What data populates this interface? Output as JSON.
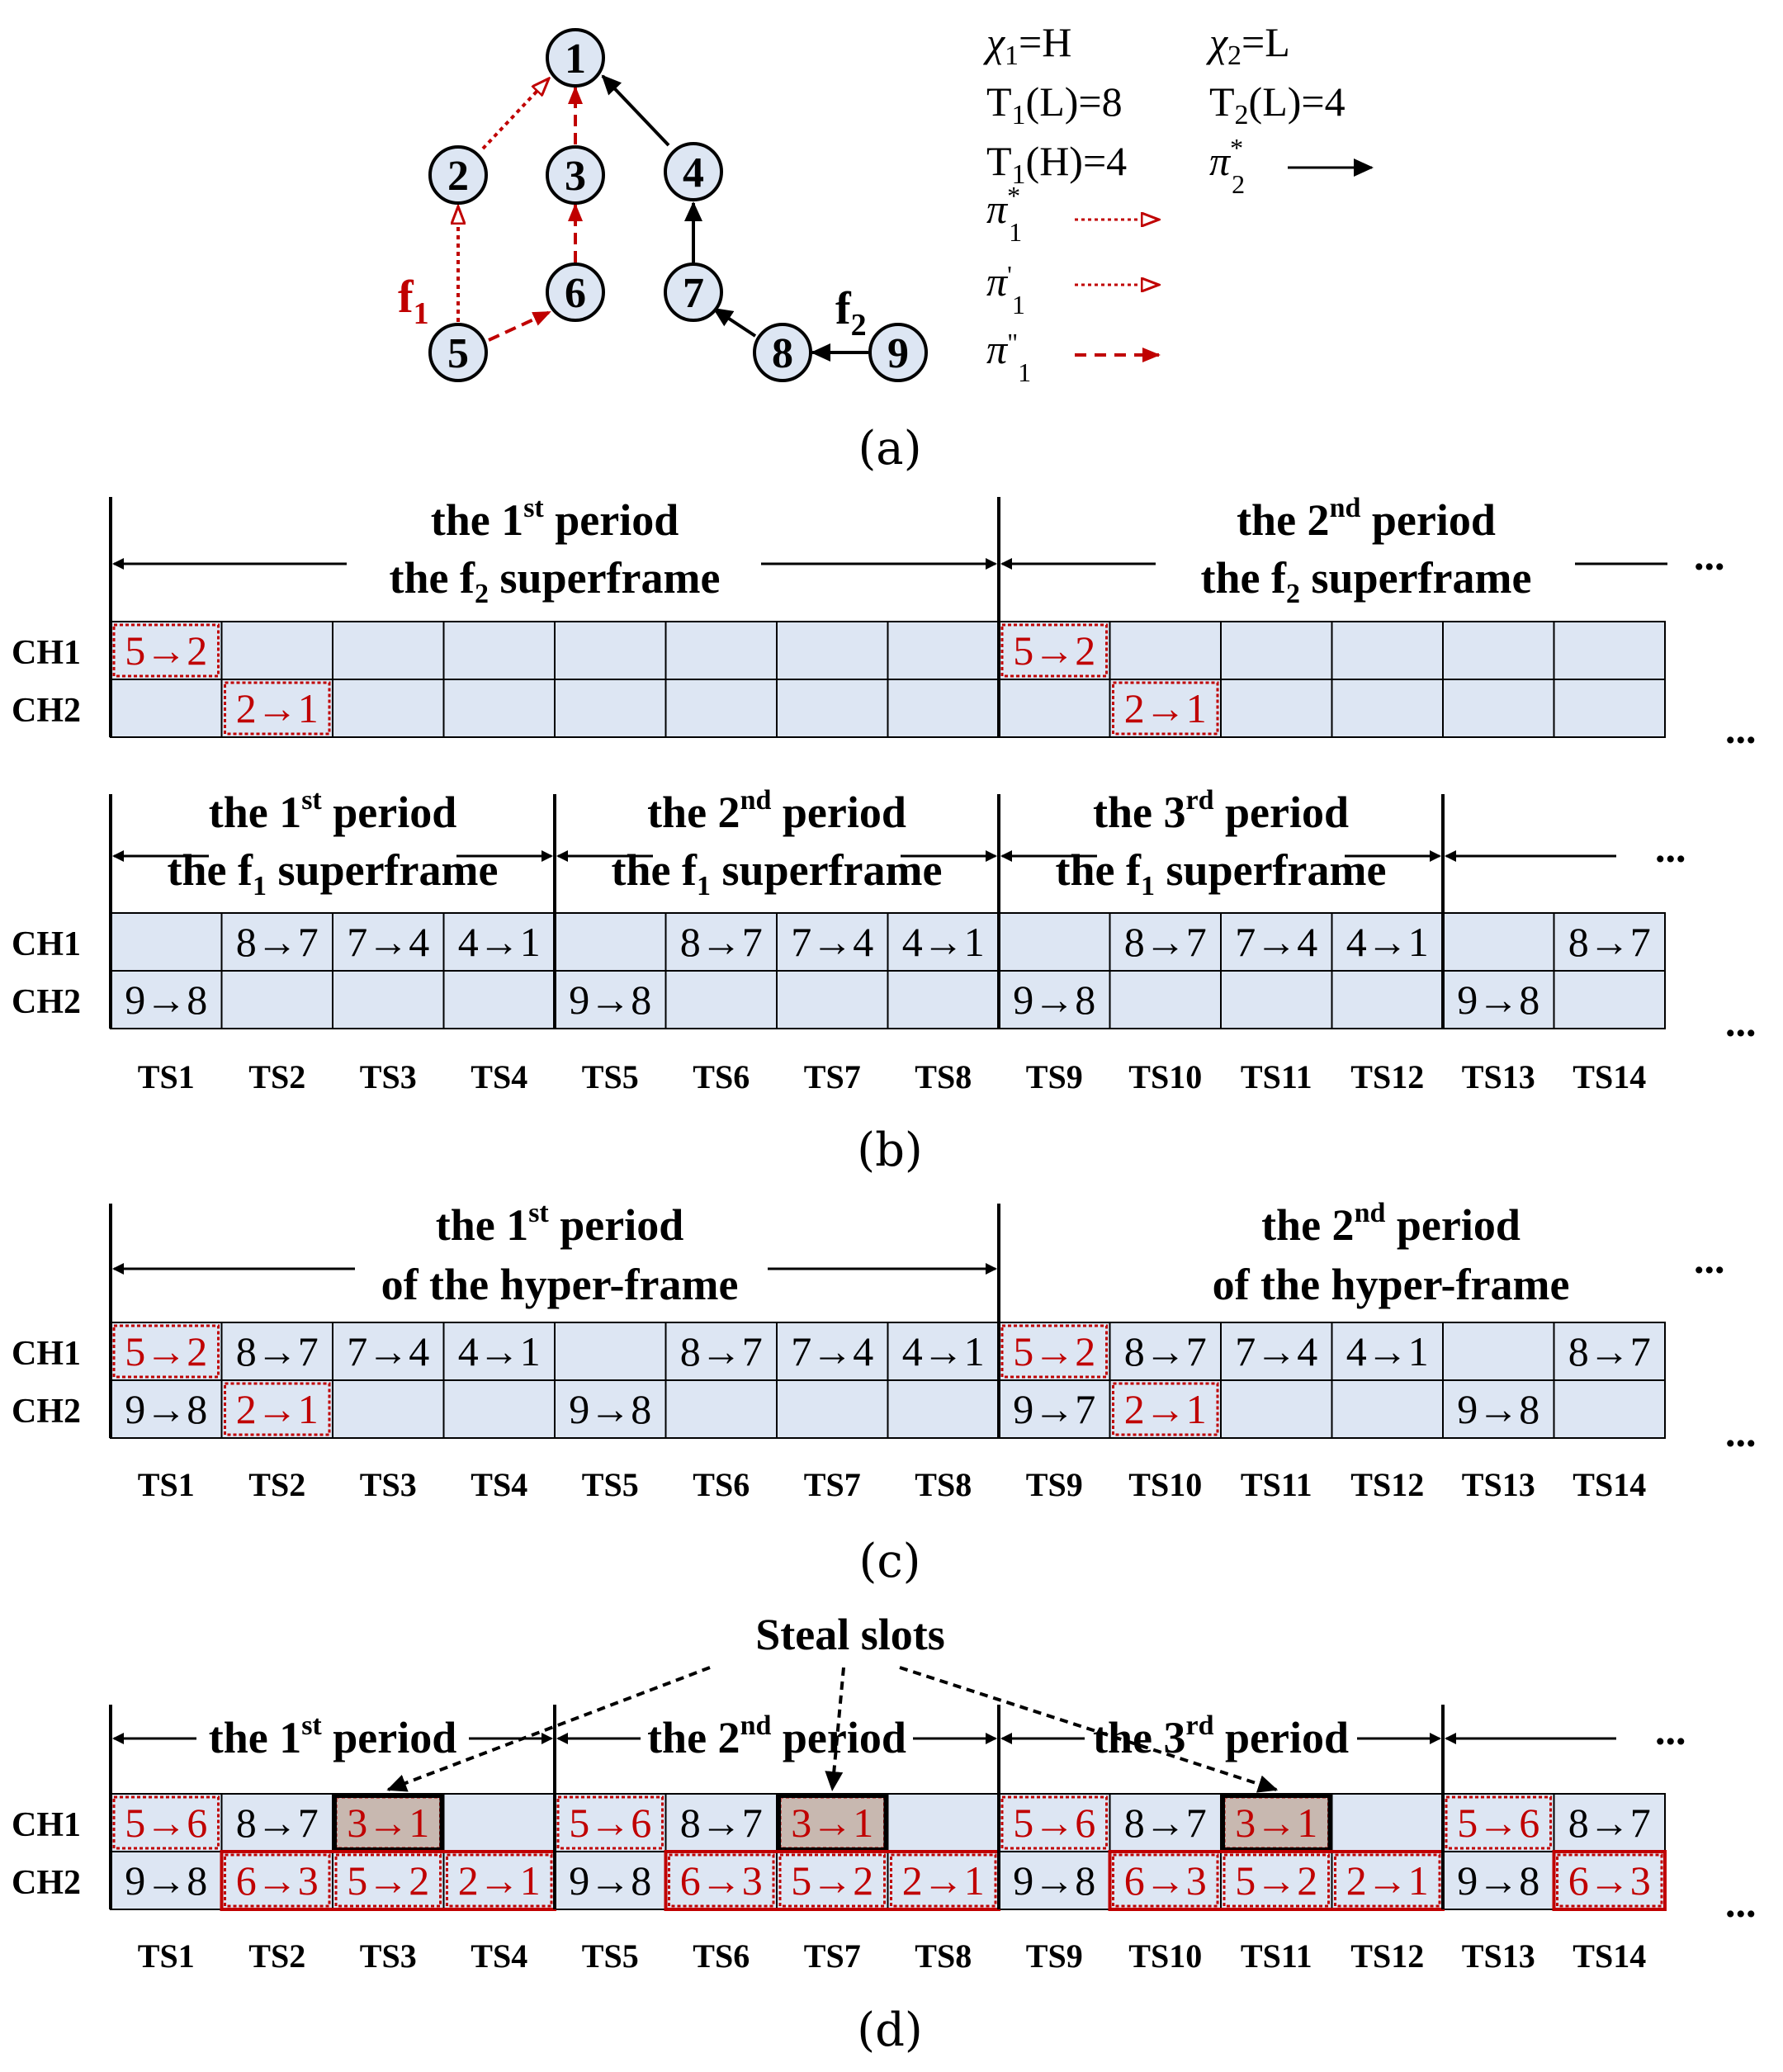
{
  "colors": {
    "cell_fill": "#dde6f3",
    "red": "#c00000",
    "black": "#000000",
    "steal_fill": "#c8b8b0",
    "node_fill": "#dde6f3"
  },
  "panel_a": {
    "caption": "(a)",
    "nodes": [
      "1",
      "2",
      "3",
      "4",
      "5",
      "6",
      "7",
      "8",
      "9"
    ],
    "flow1_label": "f",
    "flow1_sub": "1",
    "flow2_label": "f",
    "flow2_sub": "2",
    "legend": {
      "chi1": "=H",
      "chi2": "=L",
      "t1l": "T",
      "t1l_sub": "1",
      "t1l_rest": "(L)=8",
      "t2l": "T",
      "t2l_sub": "2",
      "t2l_rest": "(L)=4",
      "t1h": "T",
      "t1h_sub": "1",
      "t1h_rest": "(H)=4",
      "chi_sym": "χ",
      "chi1_sub": "1",
      "chi2_sub": "2",
      "pi_sym": "π",
      "pi1_star_sub": "1",
      "pi1_star_sup": "*",
      "pi2_star_sub": "2",
      "pi2_star_sup": "*",
      "pi1_prime_sub": "1",
      "pi1_prime_sup": "'",
      "pi1_dprime_sub": "1",
      "pi1_dprime_sup": "\""
    }
  },
  "panel_b": {
    "caption": "(b)",
    "f2_period1_a": "the 1",
    "f2_period1_sup": "st",
    "f2_period1_b": " period",
    "f2_super": "the f",
    "f2_super_sub": "2",
    "f2_super_b": " superframe",
    "f2_period2_a": "the 2",
    "f2_period2_sup": "nd",
    "f2_period2_b": " period",
    "f1_period1_a": "the 1",
    "f1_period1_sup": "st",
    "f1_period2_a": "the 2",
    "f1_period2_sup": "nd",
    "f1_period3_a": "the 3",
    "f1_period3_sup": "rd",
    "period_word": " period",
    "f1_super": "the f",
    "f1_super_sub": "1",
    "f1_super_b": " superframe",
    "ellipsis": "...",
    "f2_ch1": [
      "5→2",
      "",
      "",
      "",
      "",
      "",
      "",
      "",
      "5→2",
      "",
      "",
      "",
      "",
      " "
    ],
    "f2_ch2": [
      "",
      "2→1",
      "",
      "",
      "",
      "",
      "",
      "",
      "",
      "2→1",
      "",
      "",
      "",
      ""
    ],
    "f1_ch1": [
      "",
      "8→7",
      "7→4",
      "4→1",
      "",
      "8→7",
      "7→4",
      "4→1",
      "",
      "8→7",
      "7→4",
      "4→1",
      "",
      "8→7"
    ],
    "f1_ch2": [
      "9→8",
      "",
      "",
      "",
      "9→8",
      "",
      "",
      "",
      "9→8",
      "",
      "",
      "",
      "9→8",
      ""
    ]
  },
  "panel_c": {
    "caption": "(c)",
    "period1_a": "the 1",
    "period1_sup": "st",
    "period1_b": " period",
    "period2_a": "the 2",
    "period2_sup": "nd",
    "period2_b": " period",
    "hyper": "of the hyper-frame",
    "ch1": [
      "5→2",
      "8→7",
      "7→4",
      "4→1",
      "",
      "8→7",
      "7→4",
      "4→1",
      "5→2",
      "8→7",
      "7→4",
      "4→1",
      "",
      "8→7"
    ],
    "ch2": [
      "9→8",
      "2→1",
      "",
      "",
      "9→8",
      "",
      "",
      "",
      "9→7",
      "2→1",
      "",
      "",
      "9→8",
      ""
    ]
  },
  "panel_d": {
    "caption": "(d)",
    "steal": "Steal slots",
    "period1_a": "the 1",
    "period1_sup": "st",
    "period2_a": "the 2",
    "period2_sup": "nd",
    "period3_a": "the 3",
    "period3_sup": "rd",
    "period_word": " period",
    "ch1": [
      "5→6",
      "8→7",
      "3→1",
      "",
      "5→6",
      "8→7",
      "3→1",
      "",
      "5→6",
      "8→7",
      "3→1",
      "",
      "5→6",
      "8→7"
    ],
    "ch2": [
      "9→8",
      "6→3",
      "5→2",
      "2→1",
      "9→8",
      "6→3",
      "5→2",
      "2→1",
      "9→8",
      "6→3",
      "5→2",
      "2→1",
      "9→8",
      "6→3"
    ]
  },
  "channels": [
    "CH1",
    "CH2"
  ],
  "timeslots": [
    "TS1",
    "TS2",
    "TS3",
    "TS4",
    "TS5",
    "TS6",
    "TS7",
    "TS8",
    "TS9",
    "TS10",
    "TS11",
    "TS12",
    "TS13",
    "TS14"
  ]
}
